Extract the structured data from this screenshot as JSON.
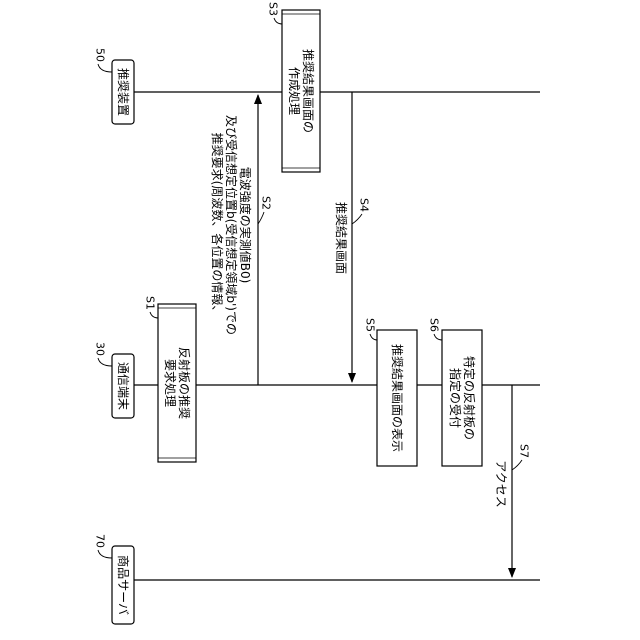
{
  "entities": {
    "recommend_device": {
      "label": "推奨装置",
      "ref": "50"
    },
    "terminal": {
      "label": "通信端末",
      "ref": "30"
    },
    "product_server": {
      "label": "商品サーバ",
      "ref": "70"
    }
  },
  "steps": {
    "s1": {
      "id": "S1",
      "lines": [
        "反射板の推奨",
        "要求処理"
      ]
    },
    "s2": {
      "id": "S2",
      "lines": [
        "推奨要求(周波数、各位置の情報、",
        "及び受信想定位置b(受信想定領域b')での",
        "電波強度の実測値B0)"
      ]
    },
    "s3": {
      "id": "S3",
      "lines": [
        "推奨結果画面の",
        "作成処理"
      ]
    },
    "s4": {
      "id": "S4",
      "lines": [
        "推奨結果画面"
      ]
    },
    "s5": {
      "id": "S5",
      "lines": [
        "推奨結果画面の表示"
      ]
    },
    "s6": {
      "id": "S6",
      "lines": [
        "特定の反射板の",
        "指定の受付"
      ]
    },
    "s7": {
      "id": "S7",
      "lines": [
        "アクセス"
      ]
    }
  }
}
